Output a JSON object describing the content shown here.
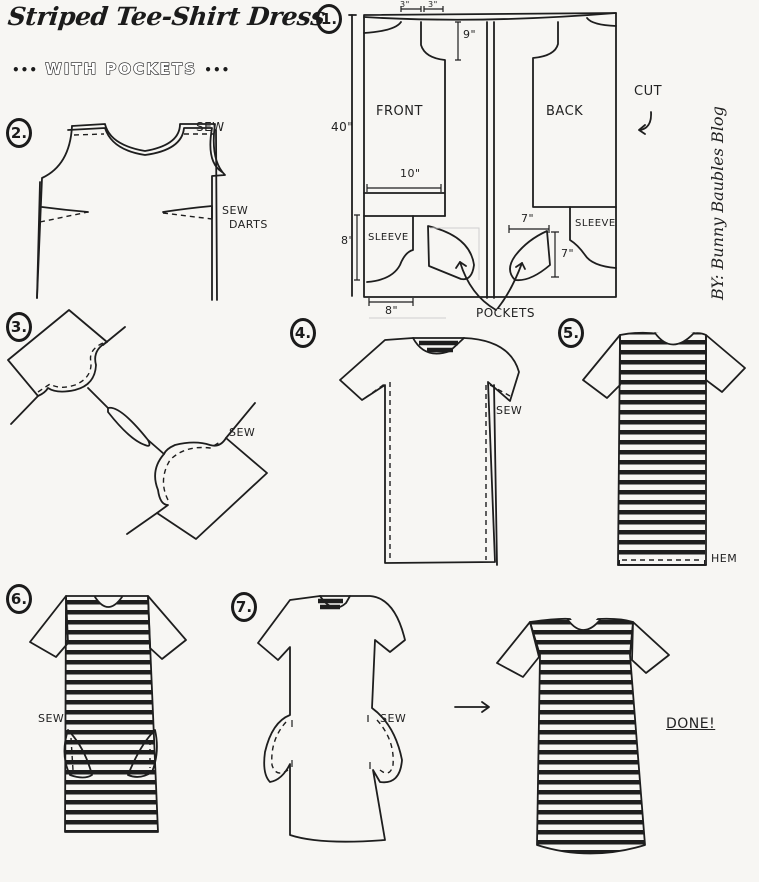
{
  "header": {
    "title": "Striped Tee-Shirt Dress",
    "subtitle_dots_left": "•••",
    "subtitle": "WITH POCKETS",
    "subtitle_dots_right": "•••"
  },
  "credit": "BY: Bunny Baubles Blog",
  "steps": [
    {
      "number": "1.",
      "name": "cut-pattern",
      "labels": {
        "front": "FRONT",
        "back": "BACK",
        "cut": "CUT",
        "sleeve_left": "SLEEVE",
        "sleeve_right": "SLEEVE",
        "pockets": "POCKETS"
      },
      "measurements": {
        "neck_left": "3\"",
        "neck_right": "3\"",
        "armhole_depth": "9\"",
        "length": "40\"",
        "width": "10\"",
        "sleeve_height": "8\"",
        "sleeve_width": "8\"",
        "pocket_width": "7\"",
        "pocket_height": "7\""
      }
    },
    {
      "number": "2.",
      "name": "sew-shoulders-darts",
      "labels": {
        "sew": "SEW",
        "sew_darts_1": "SEW",
        "sew_darts_2": "DARTS"
      }
    },
    {
      "number": "3.",
      "name": "sew-sleeves",
      "labels": {
        "sew": "SEW"
      }
    },
    {
      "number": "4.",
      "name": "sew-sides",
      "labels": {
        "sew": "SEW"
      }
    },
    {
      "number": "5.",
      "name": "hem",
      "labels": {
        "hem": "HEM"
      }
    },
    {
      "number": "6.",
      "name": "attach-pockets",
      "labels": {
        "sew": "SEW"
      }
    },
    {
      "number": "7.",
      "name": "sew-pocket-sides",
      "labels": {
        "sew": "SEW"
      }
    }
  ],
  "final": {
    "arrow": "→",
    "done": "DONE!"
  }
}
